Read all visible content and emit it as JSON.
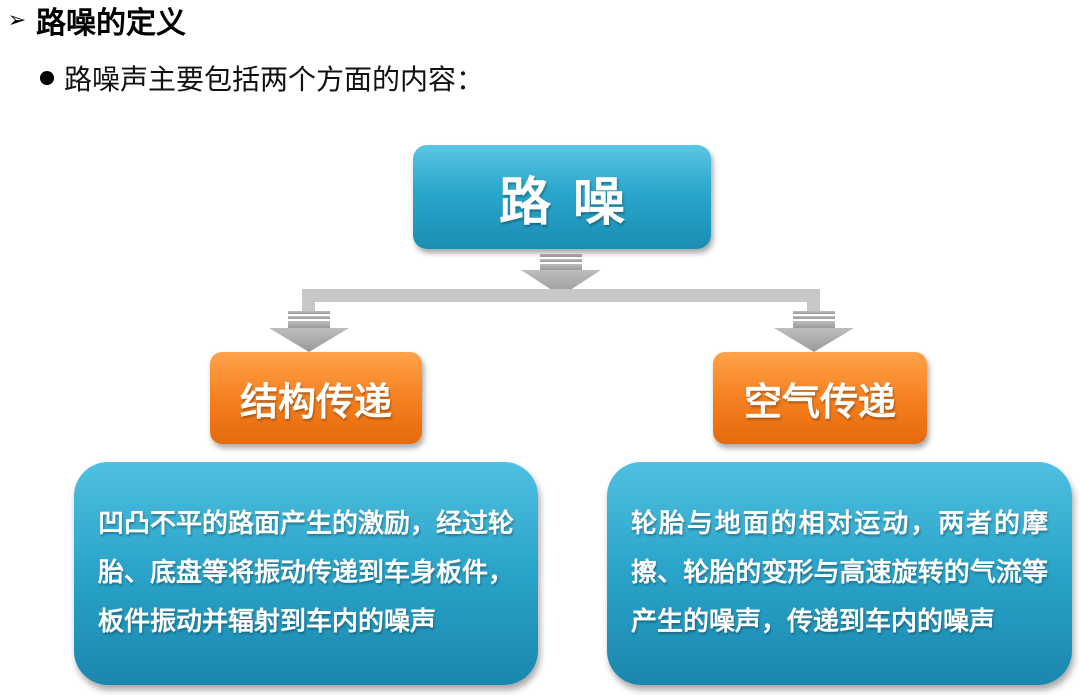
{
  "heading": {
    "arrow": "➢",
    "title": "路噪的定义"
  },
  "bullet": {
    "text": "路噪声主要包括两个方面的内容："
  },
  "diagram": {
    "root": "路噪",
    "branches": [
      {
        "label": "结构传递",
        "description": "凹凸不平的路面产生的激励，经过轮胎、底盘等将振动传递到车身板件，板件振动并辐射到车内的噪声"
      },
      {
        "label": "空气传递",
        "description": "轮胎与地面的相对运动，两者的摩擦、轮胎的变形与高速旋转的气流等产生的噪声，传递到车内的噪声"
      }
    ],
    "colors": {
      "blue_box": "#2aa6cc",
      "orange_box": "#f47e1e",
      "connector_gray": "#c6c6c6"
    }
  }
}
